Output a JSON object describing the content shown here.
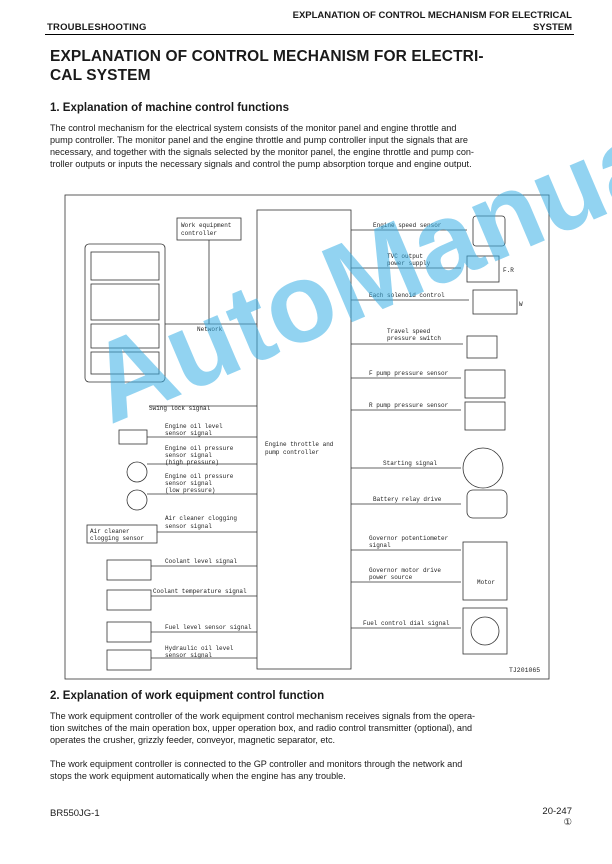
{
  "header": {
    "section": "TROUBLESHOOTING",
    "title_line1": "EXPLANATION OF CONTROL MECHANISM FOR ELECTRICAL",
    "title_line2": "SYSTEM"
  },
  "page_title_line1": "EXPLANATION OF CONTROL MECHANISM FOR ELECTRI-",
  "page_title_line2": "CAL SYSTEM",
  "section1": {
    "heading": "1. Explanation of machine control functions",
    "lines": [
      "The control mechanism for the electrical system consists of the monitor panel and engine throttle and",
      "pump controller. The monitor panel and the engine throttle and pump controller input the signals that are",
      "necessary, and together with the signals selected by the monitor panel, the engine throttle and pump con-",
      "troller outputs or inputs the necessary signals and control the pump absorption torque and engine output."
    ]
  },
  "diagram": {
    "watermark": "AutoManual",
    "code": "TJ201065",
    "labels": {
      "work_controller_1": "Work equipment",
      "work_controller_2": "controller",
      "network": "Network",
      "swing_lock": "Swing lock signal",
      "controller_1": "Engine throttle and",
      "controller_2": "pump controller",
      "eng_oil_level_1": "Engine oil level",
      "eng_oil_level_2": "sensor signal",
      "eng_oil_press_high_1": "Engine oil pressure",
      "eng_oil_press_high_2": "sensor signal",
      "eng_oil_press_high_3": "(high pressure)",
      "eng_oil_press_low_1": "Engine oil pressure",
      "eng_oil_press_low_2": "sensor signal",
      "eng_oil_press_low_3": "(low pressure)",
      "air_clog_1": "Air cleaner clogging",
      "air_clog_2": "sensor signal",
      "air_sensor_1": "Air cleaner",
      "air_sensor_2": "clogging sensor",
      "coolant_level": "Coolant level signal",
      "coolant_temp": "Coolant temperature signal",
      "fuel_level": "Fuel level sensor signal",
      "hyd_oil_1": "Hydraulic oil level",
      "hyd_oil_2": "sensor signal",
      "engine_speed": "Engine speed sensor",
      "tvc_1": "TVC output",
      "tvc_2": "power supply",
      "fr": "F.R",
      "solenoid": "Each solenoid control",
      "travel_1": "Travel speed",
      "travel_2": "pressure switch",
      "f_pump": "F pump pressure sensor",
      "r_pump": "R pump pressure sensor",
      "starting": "Starting signal",
      "battery": "Battery relay drive",
      "gov_pot_1": "Governor potentiometer",
      "gov_pot_2": "signal",
      "gov_motor_1": "Governor motor drive",
      "gov_motor_2": "power source",
      "motor": "Motor",
      "fuel_dial": "Fuel control dial signal",
      "w": "W"
    }
  },
  "section2": {
    "heading": "2. Explanation of work equipment control function",
    "para1": [
      "The work equipment controller of the work equipment control mechanism receives signals from the opera-",
      "tion switches of the main operation box, upper operation box, and radio control transmitter (optional), and",
      "operates the crusher, grizzly feeder, conveyor, magnetic separator, etc."
    ],
    "para2": [
      "The work equipment controller is connected to the GP controller and monitors through the network and",
      "stops the work equipment automatically when the engine has any trouble."
    ]
  },
  "footer": {
    "model": "BR550JG-1",
    "page": "20-247",
    "revision": "①"
  }
}
